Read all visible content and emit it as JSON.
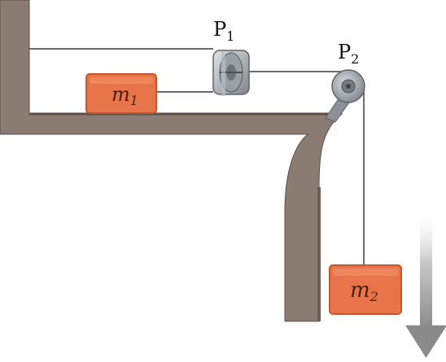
{
  "labels": {
    "pulley1": {
      "main": "P",
      "sub": "1"
    },
    "pulley2": {
      "main": "P",
      "sub": "2"
    },
    "mass1": {
      "main": "m",
      "sub": "1"
    },
    "mass2": {
      "main": "m",
      "sub": "2"
    }
  },
  "colors": {
    "wall": "#8a7b73",
    "wall_shadow": "#6d5f58",
    "rope": "#3c3c3c",
    "pulley": "#8b9196",
    "mass_fill": "#e8744a",
    "mass_edge": "#c4552f",
    "arrow": "#9a9a9a"
  },
  "icons": {
    "motion_arrow": "down-arrow-icon"
  }
}
